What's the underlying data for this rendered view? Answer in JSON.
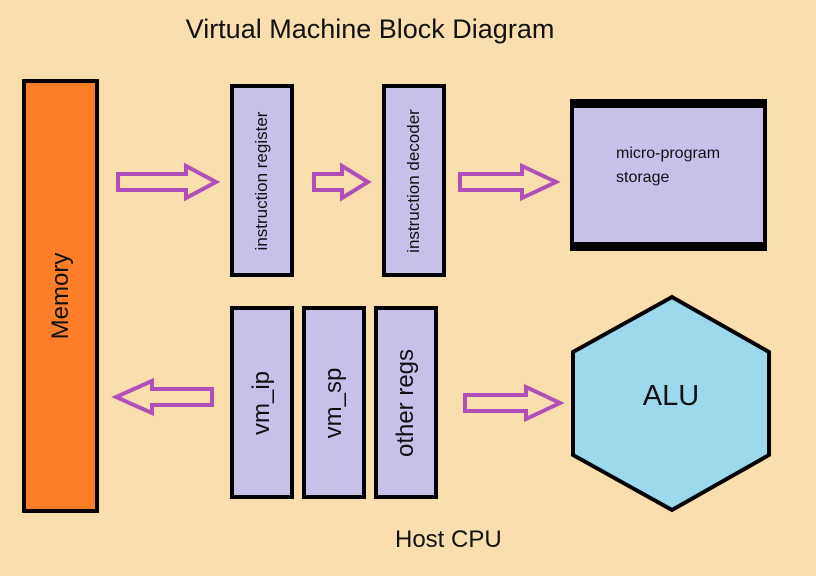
{
  "title": "Virtual Machine Block Diagram",
  "footer": "Host CPU",
  "blocks": {
    "memory": "Memory",
    "instruction_register": "instruction register",
    "instruction_decoder": "instruction decoder",
    "storage_line1": "micro-program",
    "storage_line2": "storage",
    "vm_ip": "vm_ip",
    "vm_sp": "vm_sp",
    "other_regs": "other regs",
    "alu": "ALU"
  },
  "colors": {
    "background": "#fbdeae",
    "memory": "#fc7e28",
    "box": "#c8c0e8",
    "alu": "#9cd9ed",
    "arrow": "#b04fb8"
  }
}
